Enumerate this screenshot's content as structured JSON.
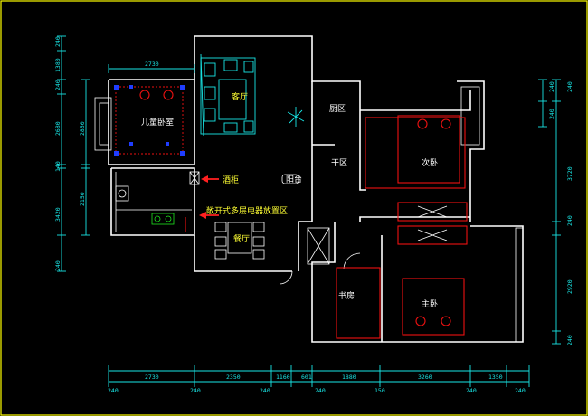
{
  "colors": {
    "background": "#000000",
    "frame": "#ffff00",
    "walls": "#ffffff",
    "dimensions": "#19e6e6",
    "furniture": "#19e6e6",
    "annotation_arrow": "#ff2020",
    "annotation_text": "#ffff33"
  },
  "rooms": {
    "kids_room": "儿童卧室",
    "kitchen": "厨区",
    "dry_area": "干区",
    "second_bedroom": "次卧",
    "study": "书房",
    "master_bedroom": "主卧",
    "dining": "餐厅",
    "living": "客厅",
    "balcony": "阳台"
  },
  "annotations": {
    "wine_cabinet": "酒柜",
    "appliance_area": "敞开式多层电器放置区"
  },
  "dims_top": {
    "kids_width": "2730"
  },
  "dims_bottom": {
    "segments": [
      "2730",
      "2350",
      "1160",
      "601",
      "1880",
      "3260",
      "1350"
    ],
    "walls": [
      "240",
      "240",
      "240",
      "240",
      "150",
      "240",
      "240"
    ]
  },
  "dims_left": {
    "outer": [
      "240",
      "1380",
      "240",
      "2680",
      "140",
      "3420",
      "240"
    ],
    "inner": [
      "2850",
      "2150"
    ]
  },
  "dims_right": {
    "outer": [
      "240",
      "3720",
      "240",
      "2920",
      "240"
    ],
    "inner": [
      "240",
      "240"
    ]
  }
}
